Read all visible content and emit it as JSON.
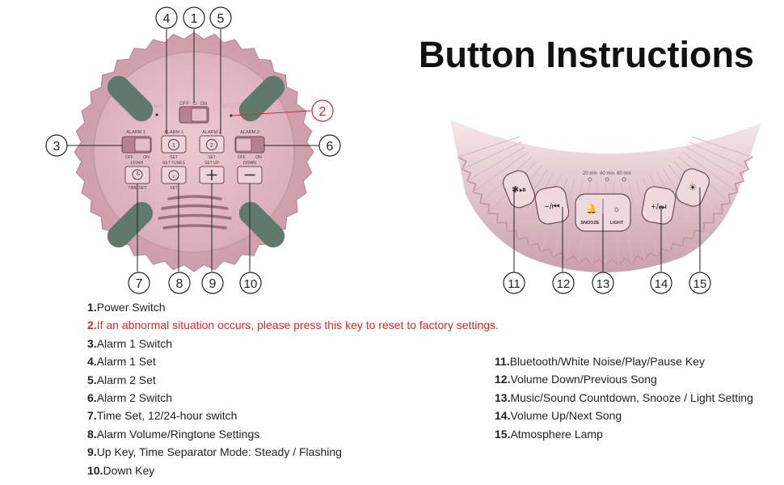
{
  "title": "Button Instructions",
  "colors": {
    "shell": "#d2a2b0",
    "shell_dark": "#b98898",
    "face": "#e3bdc8",
    "grip": "#5f7a6a",
    "accent_red": "#d42a2a",
    "callout": "#222222"
  },
  "device_labels": {
    "power_off": "OFF",
    "power_on": "ON",
    "mic": "MIC",
    "reset": "RESET",
    "alarm1": "ALARM 1",
    "alarm2": "ALARM 2",
    "off": "OFF",
    "on": "ON",
    "set": "SET",
    "set_tunes": "SET TUNES",
    "set_up": "SET UP",
    "down": "DOWN",
    "h1224": "12/24H",
    "time_set": "TIME SET",
    "colon": ":",
    "alarm1_digit": "1",
    "alarm2_digit": "2",
    "t20": "20 min",
    "t40": "40 min",
    "t60": "60 min",
    "snooze": "SNOOZE",
    "light": "LIGHT"
  },
  "callouts": [
    "1",
    "2",
    "3",
    "4",
    "5",
    "6",
    "7",
    "8",
    "9",
    "10",
    "11",
    "12",
    "13",
    "14",
    "15"
  ],
  "legend_left": [
    {
      "num": "1.",
      "text": "Power Switch",
      "warn": false
    },
    {
      "num": "2.",
      "text": "If an abnormal situation occurs, please press this key to reset to factory settings.",
      "warn": true
    },
    {
      "num": "3.",
      "text": "Alarm 1 Switch",
      "warn": false
    },
    {
      "num": "4.",
      "text": "Alarm 1 Set",
      "warn": false
    },
    {
      "num": "5.",
      "text": "Alarm 2 Set",
      "warn": false
    },
    {
      "num": "6.",
      "text": "Alarm 2 Switch",
      "warn": false
    },
    {
      "num": "7.",
      "text": "Time Set, 12/24-hour switch",
      "warn": false
    },
    {
      "num": "8.",
      "text": "Alarm Volume/Ringtone Settings",
      "warn": false
    },
    {
      "num": "9.",
      "text": "Up Key, Time Separator Mode: Steady / Flashing",
      "warn": false
    },
    {
      "num": "10.",
      "text": "Down Key",
      "warn": false
    }
  ],
  "legend_right": [
    {
      "num": "11.",
      "text": "Bluetooth/White Noise/Play/Pause Key"
    },
    {
      "num": "12.",
      "text": "Volume Down/Previous Song"
    },
    {
      "num": "13.",
      "text": "Music/Sound Countdown, Snooze / Light Setting"
    },
    {
      "num": "14.",
      "text": "Volume Up/Next Song"
    },
    {
      "num": "15.",
      "text": "Atmosphere Lamp"
    }
  ]
}
